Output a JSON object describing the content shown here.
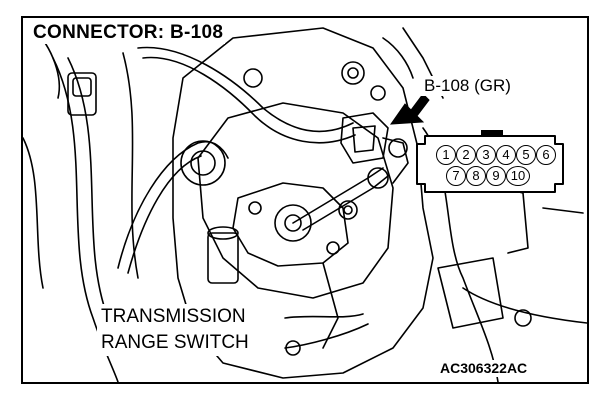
{
  "title": "CONNECTOR: B-108",
  "connector_label": "B-108 (GR)",
  "component_label": [
    "TRANSMISSION",
    "RANGE SWITCH"
  ],
  "figure_id": "AC306322AC",
  "pins_top": [
    "1",
    "2",
    "3",
    "4",
    "5",
    "6"
  ],
  "pins_bottom": [
    "7",
    "8",
    "9",
    "10"
  ],
  "colors": {
    "line": "#000000",
    "background": "#ffffff"
  }
}
